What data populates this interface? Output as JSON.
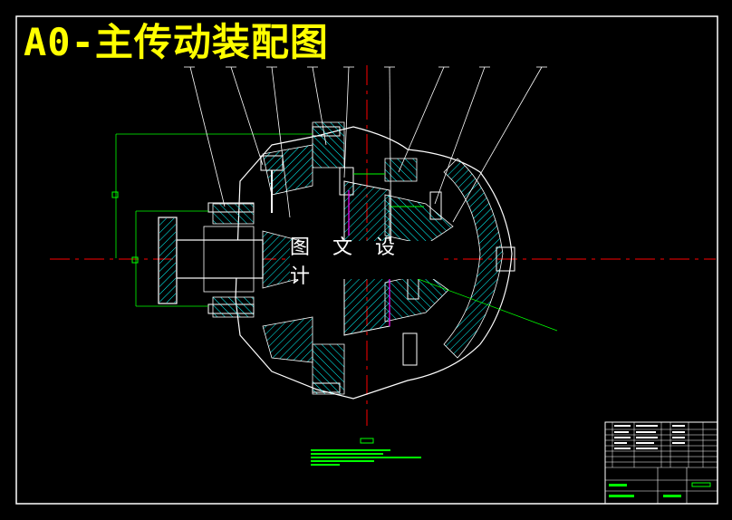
{
  "title": "A0-主传动装配图",
  "watermark": "图 文 设 计",
  "colors": {
    "background": "#000000",
    "frame": "#ffffff",
    "part_lines": "#ffffff",
    "hatch": "#00ffff",
    "centerline": "#ff0000",
    "dimension": "#00ff00",
    "leader": "#ffffff",
    "title": "#ffff00",
    "section_mark": "#ff00ff"
  },
  "icons": [
    "main-drive-assembly-drawing",
    "title-block-table",
    "technical-notes-block"
  ]
}
